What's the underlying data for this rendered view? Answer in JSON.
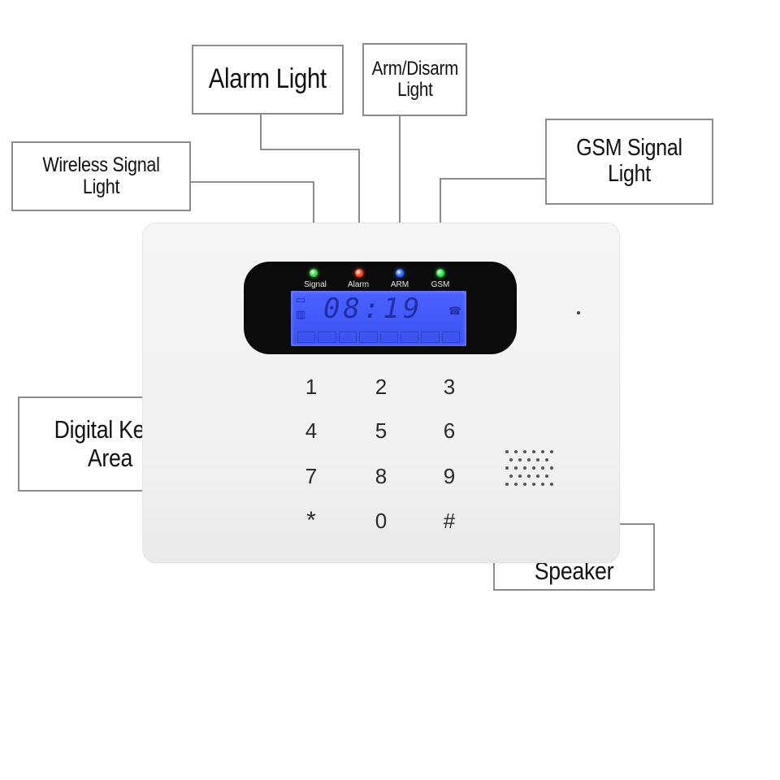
{
  "callouts": {
    "alarm_light": "Alarm Light",
    "arm_disarm_light": "Arm/Disarm\nLight",
    "wireless_signal_light": "Wireless Signal Light",
    "gsm_signal_light": "GSM Signal Light",
    "digital_keys_area": "Digital Keys Area",
    "voice_speaker": "Voice Speaker"
  },
  "indicators": [
    {
      "label": "Signal",
      "color": "#3bd64a"
    },
    {
      "label": "Alarm",
      "color": "#ff4a1a"
    },
    {
      "label": "ARM",
      "color": "#2e6bff"
    },
    {
      "label": "GSM",
      "color": "#2fe04a"
    }
  ],
  "display": {
    "time": "08:19",
    "background_color": "#3f56f5"
  },
  "keypad": {
    "keys": [
      "1",
      "2",
      "3",
      "4",
      "5",
      "6",
      "7",
      "8",
      "9",
      "*",
      "0",
      "#"
    ]
  },
  "colors": {
    "callout_border": "#8c8c8c",
    "leader_line": "#8c8c8c",
    "device_body": "#f3f3f3",
    "bezel": "#0b0b0b"
  }
}
